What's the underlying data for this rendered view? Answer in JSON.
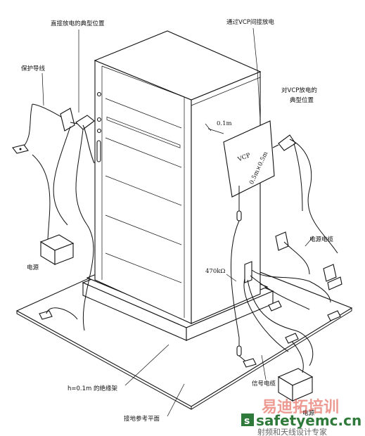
{
  "labels": {
    "direct_discharge": "直接放电的典型位置",
    "indirect_vcp": "通过VCP间接放电",
    "protective_wire": "保护导线",
    "vcp_discharge": "对VCP放电的",
    "vcp_discharge_2": "典型位置",
    "distance": "0.1m",
    "vcp_name": "VCP",
    "vcp_size": "0.5m×0.5m",
    "power_cable": "电源电缆",
    "power_supply_left": "电源",
    "resistor": "470kΩ",
    "insulation_support": "h=0.1m 的绝缘架",
    "signal_cable": "信号电缆",
    "ground_plane": "接地参考平面",
    "power_supply_right": "电源"
  },
  "watermark": {
    "cn": "易迪拓培训",
    "url": "safetyemc.cn",
    "sub": "射频和天线设计专家"
  }
}
